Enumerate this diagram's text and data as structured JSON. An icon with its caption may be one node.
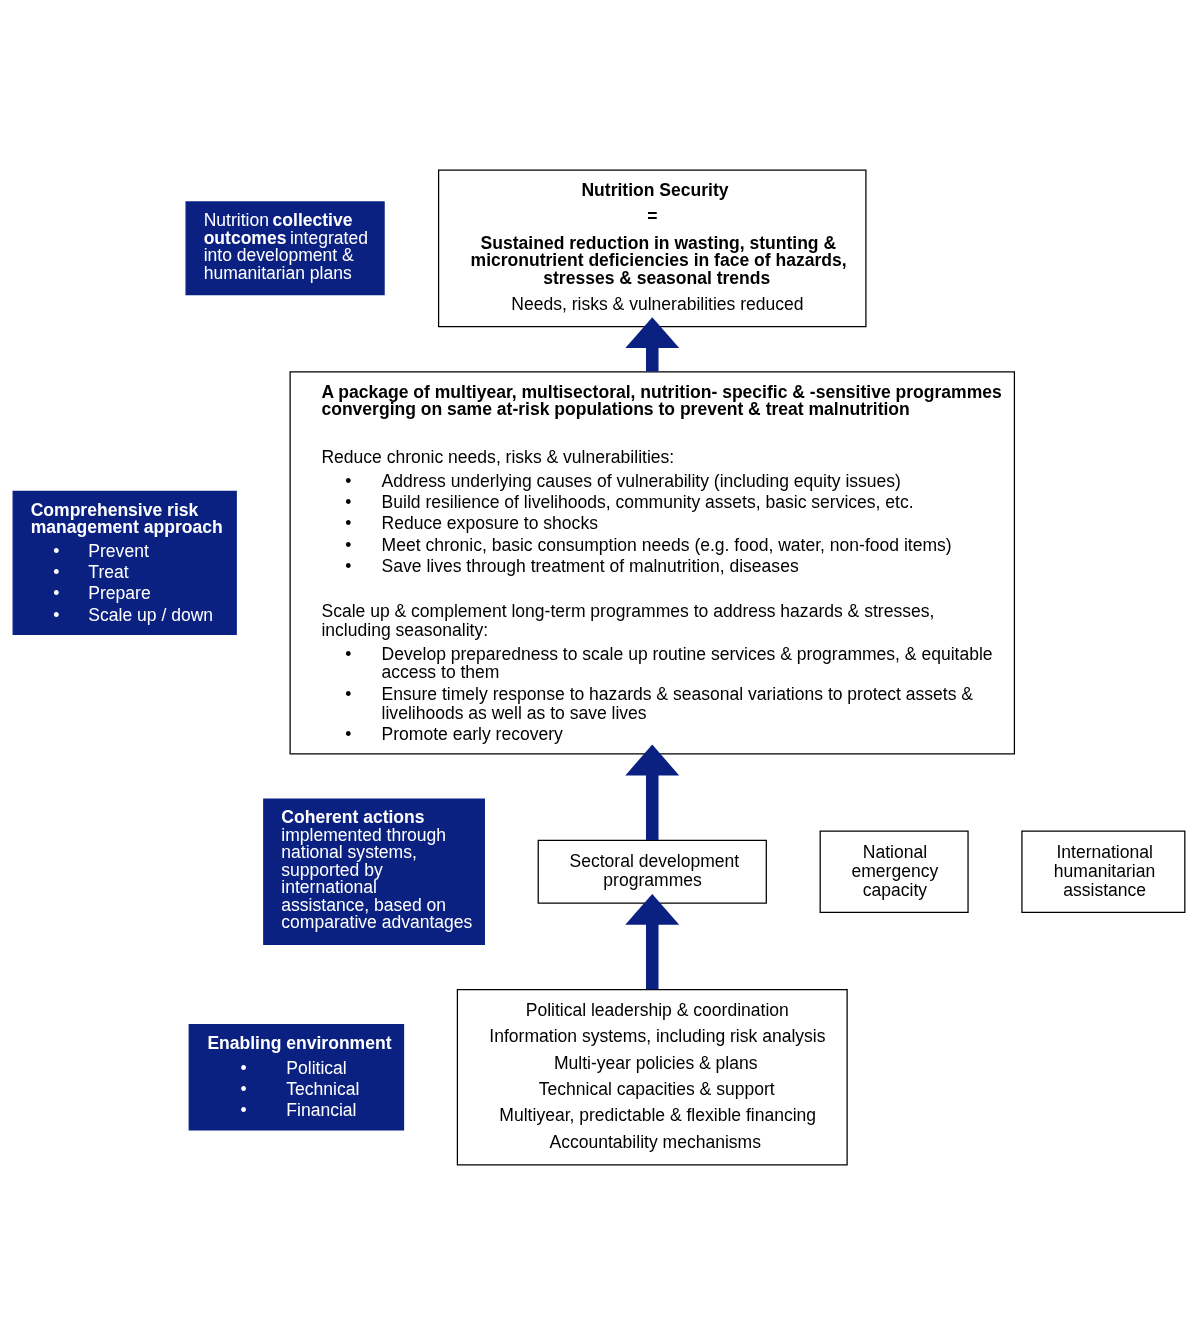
{
  "diagram": {
    "nodes": [
      {
        "text": [
          "Nutrition **collective outcomes** integrated into development & humanitarian plans"
        ]
      },
      {
        "text": [
          "Nutrition Security",
          "=",
          "Sustained reduction in wasting, stunting & micronutrient deficiencies in face of hazards, stresses & seasonal trends",
          "Needs, risks & vulnerabilities reduced"
        ]
      },
      {
        "text": [
          "A package of multiyear, multisectoral, nutrition- specific & -sensitive programmes converging on same at-risk populations to prevent & treat malnutrition",
          "Reduce chronic needs, risks & vulnerabilities:",
          "• Address underlying causes of vulnerability (including equity issues)",
          "• Build resilience of livelihoods, community assets, basic services, etc.",
          "• Reduce exposure to shocks",
          "• Meet chronic, basic consumption needs (e.g. food, water, non-food items)",
          "• Save lives through treatment of malnutrition, diseases",
          "Scale up & complement long-term programmes to address hazards & stresses, including seasonality:",
          "• Develop preparedness to scale up routine services & programmes, & equitable access to them",
          "• Ensure timely response to hazards & seasonal variations to protect assets & livelihoods as well as to save lives",
          "• Promote early recovery"
        ]
      },
      {
        "text": [
          "Comprehensive risk management approach",
          "• Prevent",
          "• Treat",
          "• Prepare",
          "• Scale up / down"
        ]
      },
      {
        "text": [
          "**Coherent actions** implemented through national systems, supported by international assistance, based on comparative advantages"
        ]
      },
      {
        "text": [
          "National emergency capacity"
        ]
      },
      {
        "text": [
          "Sectoral development programmes"
        ]
      },
      {
        "text": [
          "International humanitarian assistance"
        ]
      },
      {
        "text": [
          "Enabling environment",
          "• Political",
          "• Technical",
          "• Financial"
        ]
      },
      {
        "text": [
          "Political leadership & coordination",
          "Information systems, including risk analysis",
          "Multi-year policies & plans",
          "Technical capacities & support",
          "Multiyear, predictable & flexible financing",
          "Accountability mechanisms"
        ]
      }
    ],
    "edges": [
      {
        "from": 9,
        "to": 6,
        "arrow": "to"
      },
      {
        "from": 6,
        "to": 2,
        "arrow": "to"
      },
      {
        "from": 2,
        "to": 1,
        "arrow": "to"
      }
    ]
  }
}
